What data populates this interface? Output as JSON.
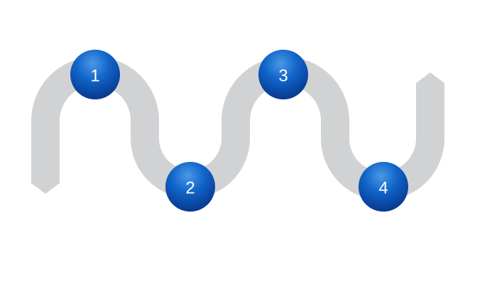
{
  "diagram": {
    "colors": {
      "track": "#d1d2d4",
      "node_light": "#4a98e6",
      "node_mid": "#1064c8",
      "node_dark": "#07358a"
    },
    "steps": [
      {
        "label": "1"
      },
      {
        "label": "2"
      },
      {
        "label": "3"
      },
      {
        "label": "4"
      }
    ]
  }
}
